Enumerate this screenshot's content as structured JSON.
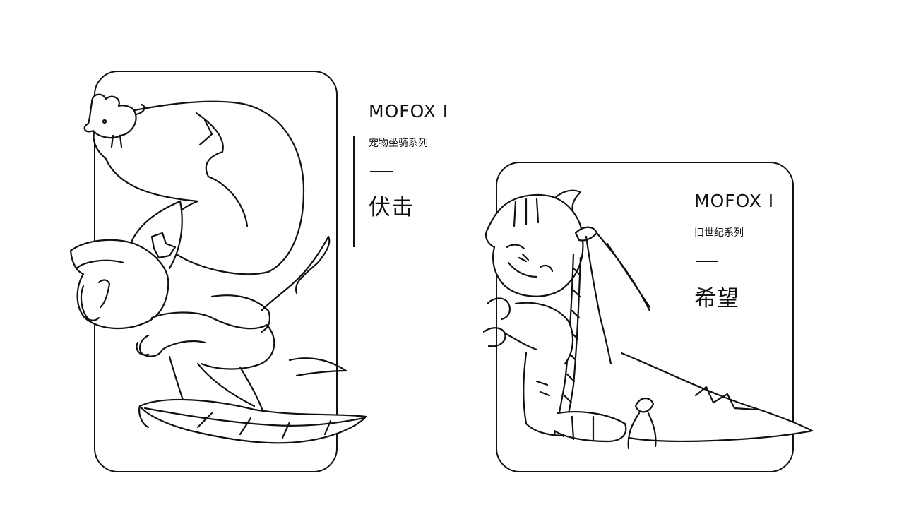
{
  "left_card": {
    "brand": "MOFOX I",
    "series": "宠物坐骑系列",
    "name": "伏击"
  },
  "right_card": {
    "brand": "MOFOX I",
    "series": "旧世纪系列",
    "name": "希望"
  },
  "colors": {
    "ink": "#111111",
    "background": "#ffffff"
  }
}
